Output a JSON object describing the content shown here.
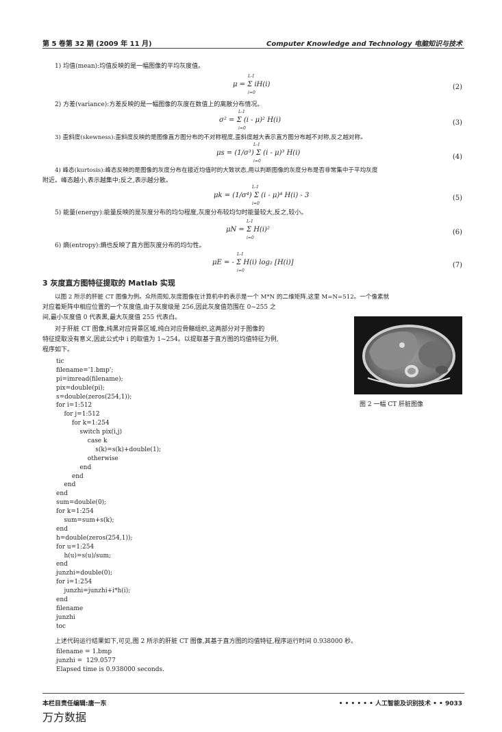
{
  "header": {
    "left": "第 5 卷第 32 期  (2009 年 11 月)",
    "right": "Computer Knowledge and Technology 电脑知识与技术"
  },
  "items": [
    {
      "label": "1) 均值(mean):均值反映的是一幅图像的平均灰度值。",
      "eq": "μ = Σ iH(i)",
      "eq_sup": "L-1",
      "eq_sub": "i=0",
      "num": "(2)"
    },
    {
      "label": "2) 方差(variance):方差反映的是一幅图像的灰度在数值上的离散分布情况。",
      "eq": "σ² = Σ (i - μ)² H(i)",
      "eq_sup": "L-1",
      "eq_sub": "i=0",
      "num": "(3)"
    },
    {
      "label": "3) 歪斜度(skewness):歪斜度反映的是图像直方图分布的不对称程度,歪斜度越大表示直方图分布越不对称,反之越对称。",
      "eq": "μs = (1/σ³) Σ (i - μ)³ H(i)",
      "eq_sup": "L-1",
      "eq_sub": "i=0",
      "num": "(4)"
    },
    {
      "label": "4) 峰态(kurtosis):峰态反映的是图像的灰度分布在接近均值时的大致状态,用以判断图像的灰度分布是否非常集中于平均灰度",
      "label2": "附近。峰态越小,表示越集中;反之,表示越分散。",
      "eq": "μk = (1/σ⁴) Σ (i - μ)⁴ H(i) - 3",
      "eq_sup": "L-1",
      "eq_sub": "i=0",
      "num": "(5)"
    },
    {
      "label": "5) 能量(energy):能量反映的是灰度分布的均匀程度,灰度分布较均匀时能量较大,反之,较小。",
      "eq": "μN = Σ H(i)²",
      "eq_sup": "L-1",
      "eq_sub": "i=0",
      "num": "(6)"
    },
    {
      "label": "6) 熵(entropy):熵也反映了直方图灰度分布的均匀性。",
      "eq": "μE = - Σ H(i) log₂ [H(i)]",
      "eq_sup": "L-1",
      "eq_sub": "i=0",
      "num": "(7)"
    }
  ],
  "section_title": "3 灰度直方图特征提取的 Matlab 实现",
  "para1": [
    "以图 2 所示的肝脏 CT 图像为例。众所周知,灰度图像在计算机中的表示是一个 M*N 的二维矩阵,这里 M=N=512。一个像素就",
    "对应着矩阵中相应位置的一个灰度值,由于灰度级是 256,因此灰度值范围在 0~255 之",
    "间,最小灰度值 0 代表黑,最大灰度值 255 代表白。"
  ],
  "para2": [
    "对于肝脏 CT 图像,纯黑对应背景区域,纯白对应骨骼组织,这两部分对于图像的",
    "特征提取没有意义,因此公式中 i 的取值为 1~254。以提取基于直方图的均值特征为例,",
    "程序如下。"
  ],
  "code": [
    "tic",
    "filename='1.bmp';",
    "pi=imread(filename);",
    "pix=double(pi);",
    "s=double(zeros(254,1));",
    "for i=1:512",
    "    for j=1:512",
    "        for k=1:254",
    "            switch pix(i,j)",
    "                case k",
    "                    s(k)=s(k)+double(1);",
    "                otherwise",
    "            end",
    "        end",
    "    end",
    "end",
    "sum=double(0);",
    "for k=1:254",
    "    sum=sum+s(k);",
    "end",
    "h=double(zeros(254,1));",
    "for u=1:254",
    "    h(u)=s(u)/sum;",
    "end",
    "junzhi=double(0);",
    "for i=1:254",
    "    junzhi=junzhi+i*h(i);",
    "end",
    "filename",
    "junzhi",
    "toc"
  ],
  "result_text": "上述代码运行结果如下,可见,图 2 所示的肝脏 CT 图像,其基于直方图的均值特征,程序运行时间 0.938000 秒。",
  "output": [
    "filename = 1.bmp",
    "junzhi =  129.0577",
    "Elapsed time is 0.938000 seconds."
  ],
  "figure_caption": "图 2   一幅 CT 肝脏图像",
  "footer": {
    "editor": "本栏目责任编辑:唐一东",
    "right": "• • • • • • 人工智能及识别技术 • •  9033",
    "watermark": "万方数据"
  }
}
